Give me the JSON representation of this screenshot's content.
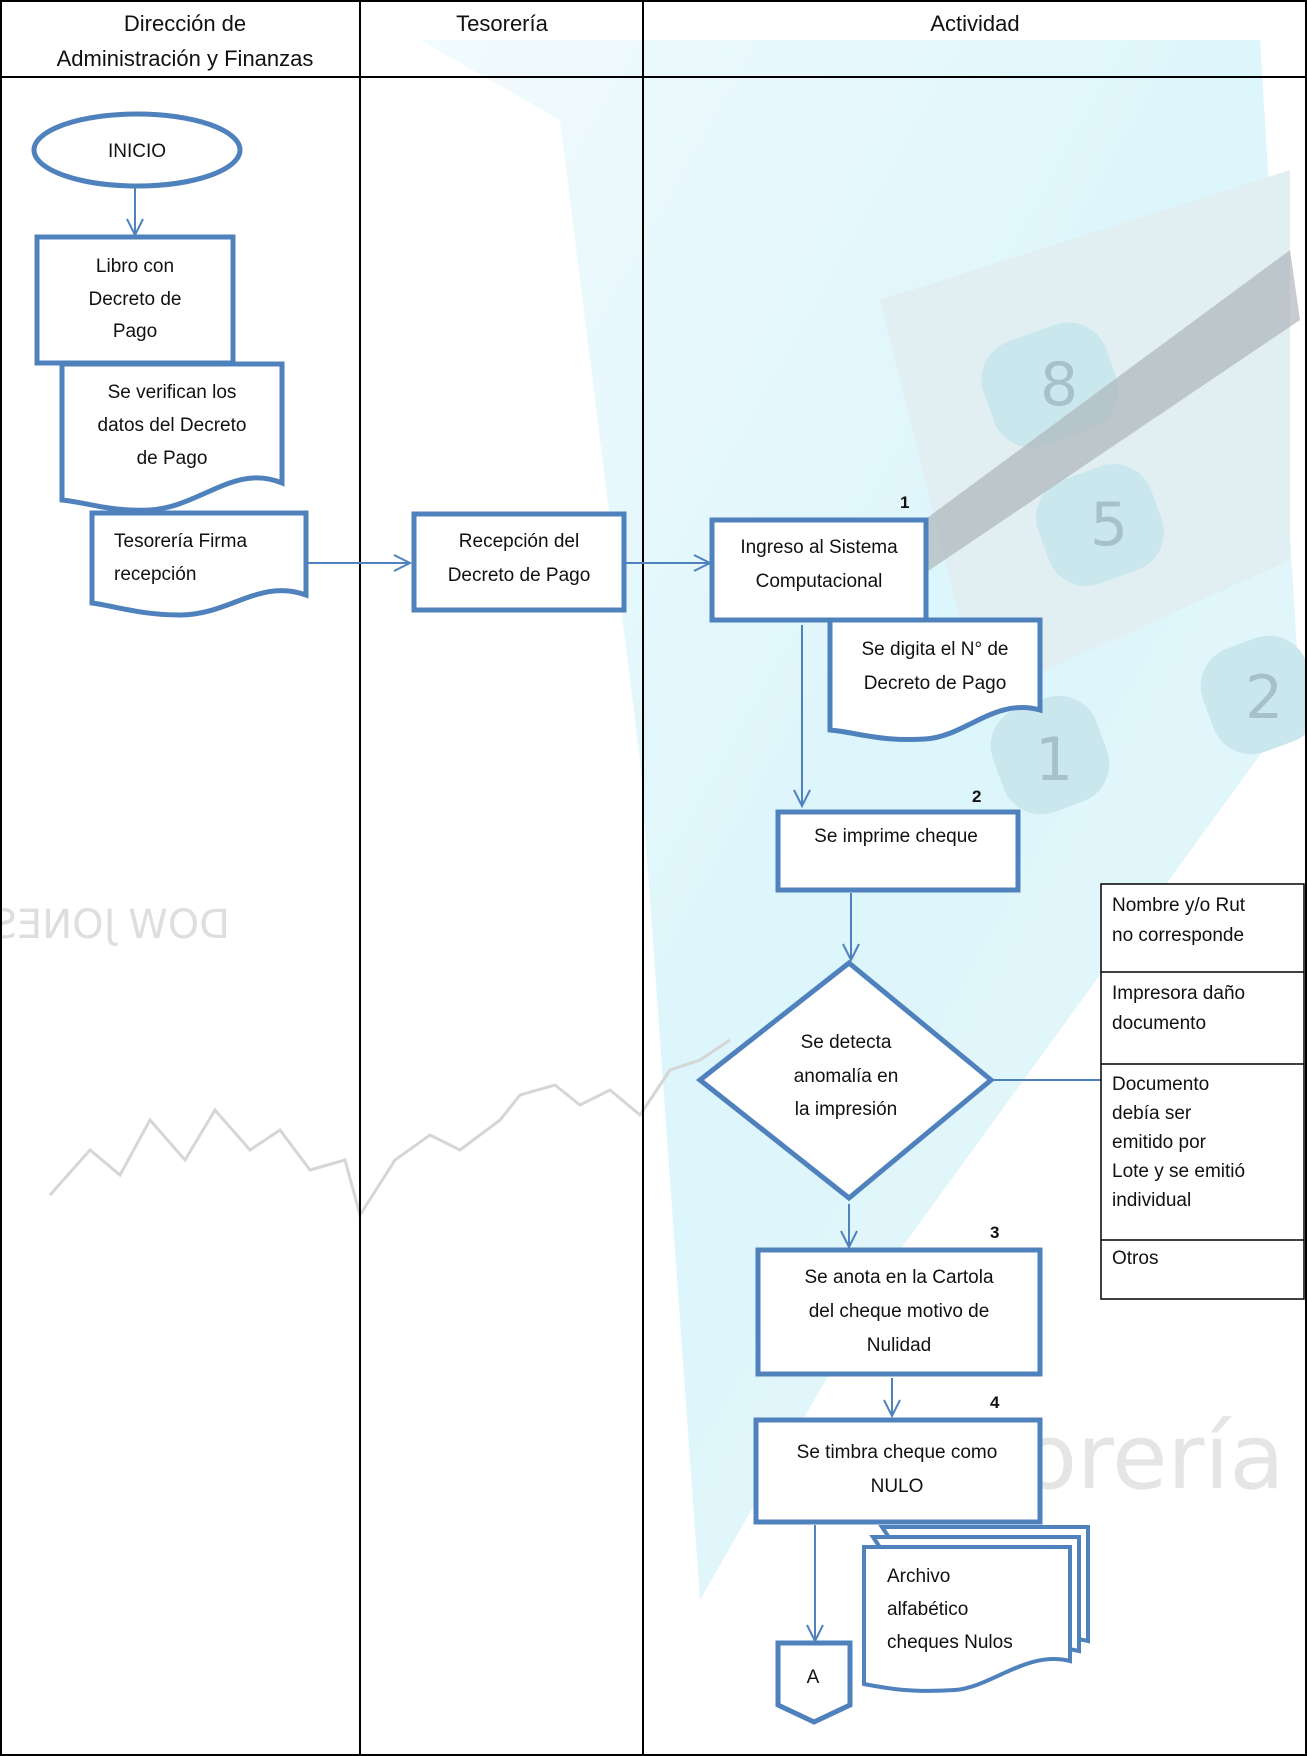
{
  "columns": [
    {
      "title_line1": "Dirección de",
      "title_line2": "Administración y Finanzas"
    },
    {
      "title": "Tesorería"
    },
    {
      "title": "Actividad"
    }
  ],
  "nodes": {
    "inicio": "INICIO",
    "libro": [
      "Libro con",
      "Decreto de",
      "Pago"
    ],
    "verifican": [
      "Se verifican los",
      "datos del Decreto",
      "de Pago"
    ],
    "firma": [
      "Tesorería Firma",
      "recepción"
    ],
    "recepcion": [
      "Recepción del",
      "Decreto de Pago"
    ],
    "ingreso": [
      "Ingreso al Sistema",
      "Computacional"
    ],
    "digita": [
      "Se digita el N° de",
      "Decreto de Pago"
    ],
    "imprime": "Se imprime cheque",
    "detecta": [
      "Se detecta",
      "anomalía en",
      "la impresión"
    ],
    "anota": [
      "Se anota en la Cartola",
      "del cheque motivo de",
      "Nulidad"
    ],
    "timbra": [
      "Se timbra cheque como",
      "NULO"
    ],
    "archivo": [
      "Archivo",
      "alfabético",
      "cheques Nulos"
    ],
    "connector": "A"
  },
  "step_numbers": [
    "1",
    "2",
    "3",
    "4"
  ],
  "anomalies": [
    [
      "Nombre y/o Rut",
      "no corresponde"
    ],
    [
      "Impresora daño",
      "documento"
    ],
    [
      "Documento",
      "debía ser",
      "emitido por",
      "Lote y se emitió",
      "individual"
    ],
    [
      "Otros"
    ]
  ],
  "background": {
    "watermark_brand": "DOW JONES",
    "watermark_word": "Tesorería",
    "keypad_digits": [
      "8",
      "5",
      "2",
      "1"
    ]
  },
  "colors": {
    "shape_stroke": "#4f81bd",
    "line": "#000000",
    "text": "#111111"
  }
}
